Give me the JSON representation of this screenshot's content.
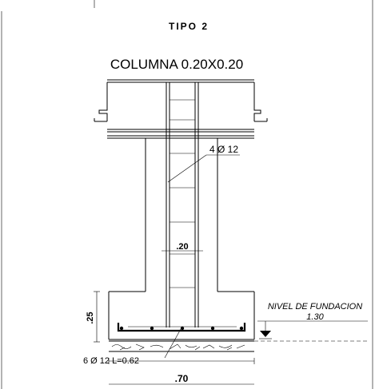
{
  "drawing": {
    "type_label": "TIPO 2",
    "column_title": "COLUMNA 0.20X0.20",
    "rebar_label": "4 Ø 12",
    "width_label": ".20",
    "footing_height_label": ".25",
    "foundation_level_label": "NIVEL DE FUNDACION",
    "foundation_level_value": "1.30",
    "bottom_rebar_label": "6 Ø 12 L=0.62",
    "footing_width_label": ".70"
  }
}
